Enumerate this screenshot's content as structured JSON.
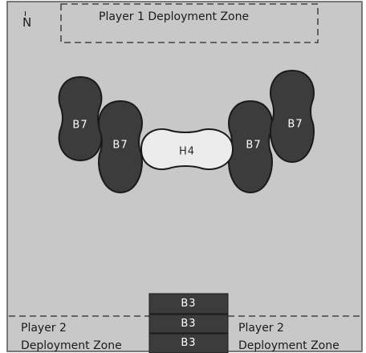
{
  "map": {
    "north_marker": "N",
    "player1_zone_label": "Player 1 Deployment Zone",
    "player2_left_label_line1": "Player 2",
    "player2_left_label_line2": "Deployment Zone",
    "player2_right_label_line1": "Player 2",
    "player2_right_label_line2": "Deployment Zone",
    "terrain": [
      {
        "id": "left-outer",
        "label": "B7",
        "type": "blocking"
      },
      {
        "id": "left-inner",
        "label": "B7",
        "type": "blocking"
      },
      {
        "id": "center",
        "label": "H4",
        "type": "hindering"
      },
      {
        "id": "right-inner",
        "label": "B7",
        "type": "blocking"
      },
      {
        "id": "right-outer",
        "label": "B7",
        "type": "blocking"
      }
    ],
    "blocks": [
      "B3",
      "B3",
      "B3"
    ]
  },
  "colors": {
    "board": "#c8c8c8",
    "blocking_fill": "#3c3c3c",
    "hindering_fill": "#ececec",
    "outline": "#1a1a1a"
  }
}
